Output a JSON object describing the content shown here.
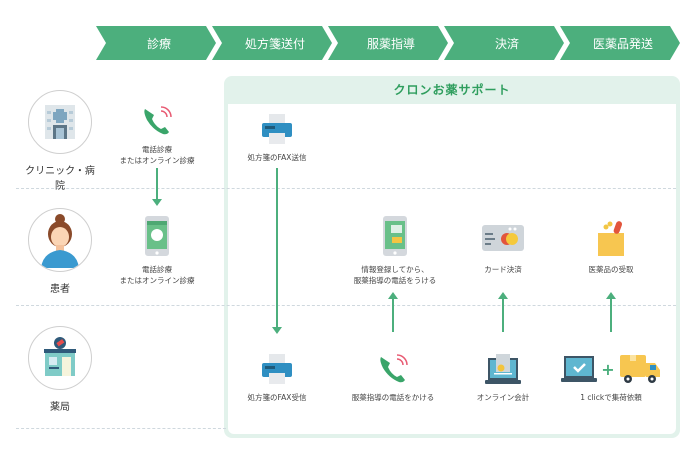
{
  "steps": [
    "診療",
    "処方箋送付",
    "服薬指導",
    "決済",
    "医薬品発送"
  ],
  "panel": {
    "title": "クロンお薬サポート"
  },
  "actors": {
    "clinic": "クリニック・病院",
    "patient": "患者",
    "pharmacy": "薬局"
  },
  "nodes": {
    "clinic_call": "電話診療\nまたはオンライン診療",
    "patient_call": "電話診療\nまたはオンライン診療",
    "fax_send": "処方箋のFAX送信",
    "info_register": "情報登録してから、\n服薬指導の電話をうける",
    "card_payment": "カード決済",
    "receive_medicine": "医薬品の受取",
    "fax_receive": "処方箋のFAX受信",
    "guidance_call": "服薬指導の電話をかける",
    "online_billing": "オンライン会計",
    "one_click_shipping": "1 clickで集荷依頼"
  },
  "plus_sign": "+",
  "colors": {
    "accent": "#4caf7d",
    "panel_bg": "#e2f2eb",
    "title": "#2f9e5e"
  }
}
